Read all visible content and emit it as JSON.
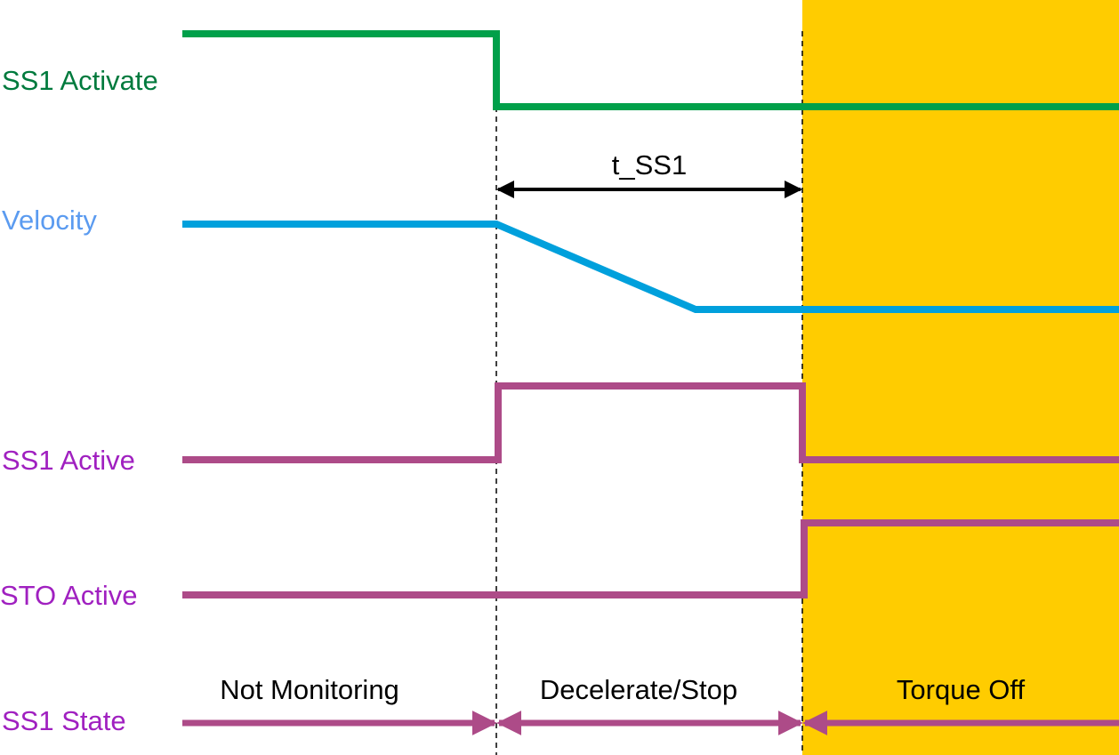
{
  "colors": {
    "background": "#ffffff",
    "torque_off_zone": "#ffcc00",
    "ss1_activate": "#00a04a",
    "ss1_activate_label": "#007a3d",
    "velocity": "#00a0dc",
    "velocity_label": "#5b9bf0",
    "ss1_active": "#ad4b88",
    "sto_active": "#ad4b88",
    "ss1_state": "#ad4b88",
    "signal_label": "#a020c0",
    "marker": "#000000"
  },
  "signals": {
    "ss1_activate": {
      "label": "SS1 Activate"
    },
    "velocity": {
      "label": "Velocity"
    },
    "ss1_active": {
      "label": "SS1 Active"
    },
    "sto_active": {
      "label": "STO Active"
    },
    "ss1_state": {
      "label": "SS1 State"
    }
  },
  "timing": {
    "interval_label": "t_SS1"
  },
  "states": [
    {
      "label": "Not Monitoring"
    },
    {
      "label": "Decelerate/Stop"
    },
    {
      "label": "Torque Off"
    }
  ]
}
